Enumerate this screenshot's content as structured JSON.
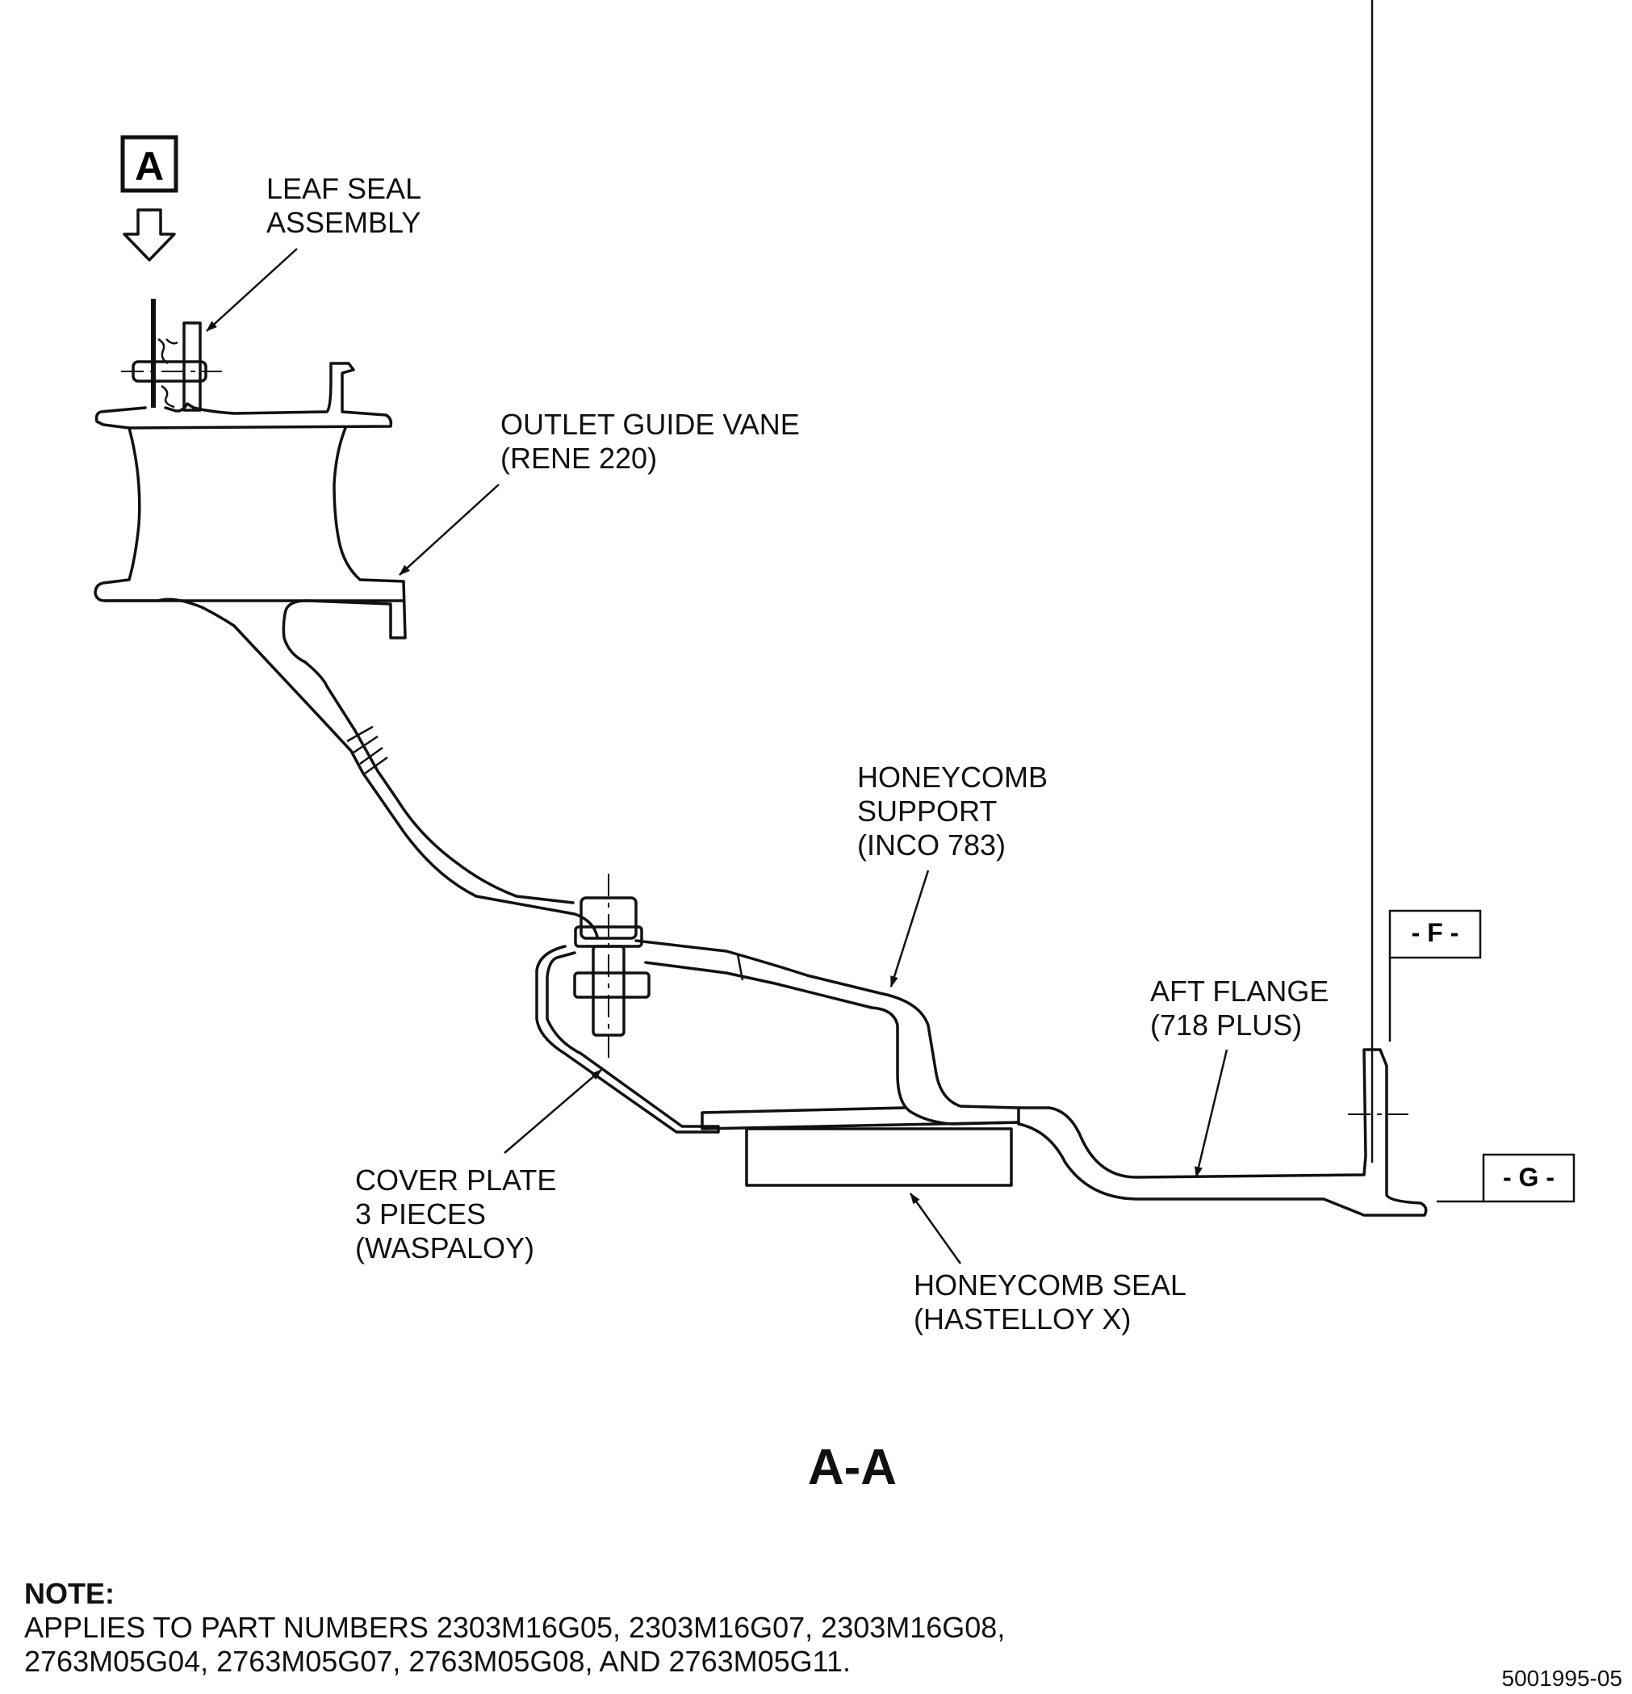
{
  "view_marker": "A",
  "section_title": "A-A",
  "datums": {
    "f": "- F -",
    "g": "- G -"
  },
  "callouts": {
    "leaf_seal": [
      "LEAF SEAL",
      "ASSEMBLY"
    ],
    "outlet_guide_vane": [
      "OUTLET GUIDE VANE",
      "(RENE 220)"
    ],
    "honeycomb_support": [
      "HONEYCOMB",
      "SUPPORT",
      "(INCO 783)"
    ],
    "aft_flange": [
      "AFT FLANGE",
      "(718 PLUS)"
    ],
    "cover_plate": [
      "COVER PLATE",
      "3 PIECES",
      "(WASPALOY)"
    ],
    "honeycomb_seal": [
      "HONEYCOMB SEAL",
      "(HASTELLOY X)"
    ]
  },
  "note": {
    "heading": "NOTE:",
    "lines": [
      "APPLIES TO PART NUMBERS 2303M16G05, 2303M16G07, 2303M16G08,",
      "2763M05G04, 2763M05G07, 2763M05G08, AND 2763M05G11."
    ]
  },
  "figure_number": "5001995-05"
}
